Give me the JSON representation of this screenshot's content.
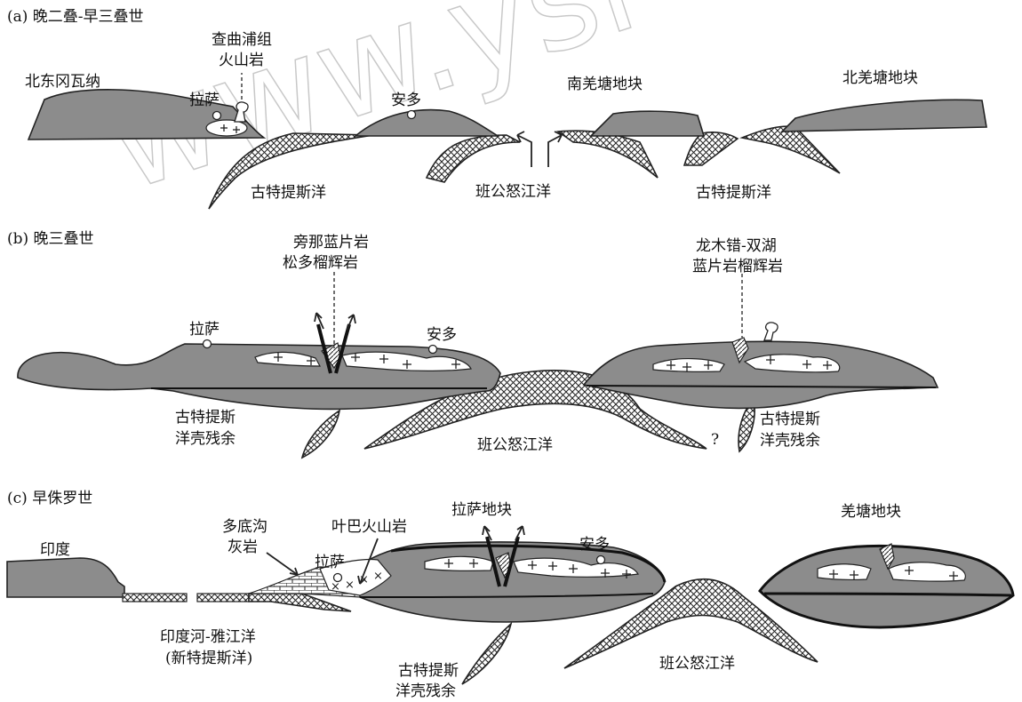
{
  "panels": {
    "a": {
      "title": "(a)  晚二叠-早三叠世",
      "labels": {
        "volcanic_1": "查曲浦组",
        "volcanic_2": "火山岩",
        "north_gangdese": "北东冈瓦纳",
        "lhasa": "拉萨",
        "amdo": "安多",
        "south_qiangtang": "南羌塘地块",
        "north_qiangtang": "北羌塘地块",
        "paleotethys_left": "古特提斯洋",
        "bangong": "班公怒江洋",
        "paleotethys_right": "古特提斯洋"
      }
    },
    "b": {
      "title": "(b)  晚三叠世",
      "labels": {
        "pangna_1": "旁那蓝片岩",
        "pangna_2": "松多榴辉岩",
        "longmu_1": "龙木错-双湖",
        "longmu_2": "蓝片岩榴辉岩",
        "lhasa": "拉萨",
        "amdo": "安多",
        "remnant_left_1": "古特提斯",
        "remnant_left_2": "洋壳残余",
        "bangong": "班公怒江洋",
        "question": "?",
        "remnant_right_1": "古特提斯",
        "remnant_right_2": "洋壳残余"
      }
    },
    "c": {
      "title": "(c)  早侏罗世",
      "labels": {
        "india": "印度",
        "duodi_1": "多底沟",
        "duodi_2": "灰岩",
        "yeba": "叶巴火山岩",
        "lhasa_block": "拉萨地块",
        "lhasa": "拉萨",
        "amdo": "安多",
        "qiangtang_block": "羌塘地块",
        "yarlung_1": "印度河-雅江洋",
        "yarlung_2": "(新特提斯洋)",
        "remnant_1": "古特提斯",
        "remnant_2": "洋壳残余",
        "bangong": "班公怒江洋"
      }
    }
  },
  "watermark": "www.ysr",
  "colors": {
    "crust": "#8c8c8c",
    "hatch_line": "#222222",
    "background": "#ffffff"
  }
}
